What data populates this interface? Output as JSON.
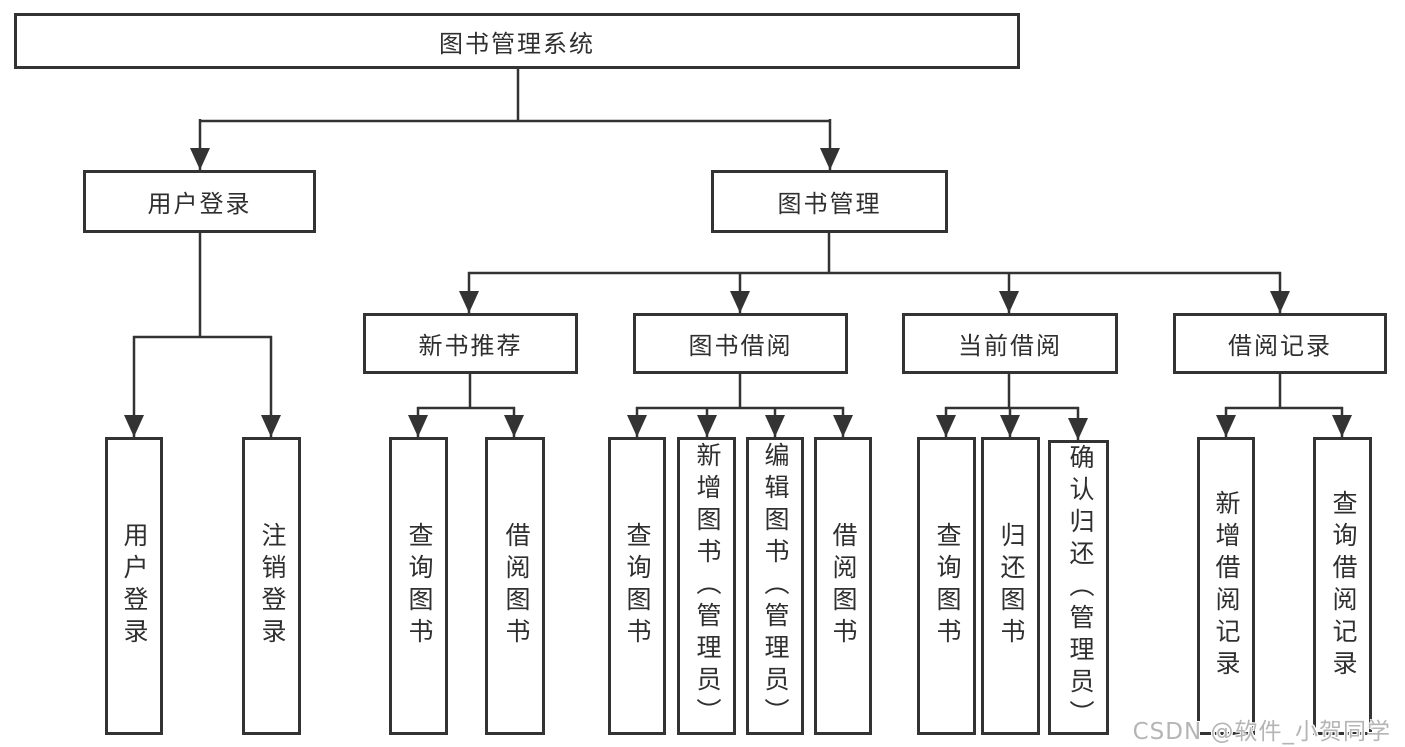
{
  "nodes": {
    "root": "图书管理系统",
    "user_login": "用户登录",
    "book_management": "图书管理",
    "new_book_recommend": "新书推荐",
    "book_borrowing": "图书借阅",
    "current_borrowing": "当前借阅",
    "borrow_records": "借阅记录",
    "leaf_user_login": "用户登录",
    "leaf_logout": "注销登录",
    "leaf_rec_query_books": "查询图书",
    "leaf_rec_borrow_books": "借阅图书",
    "leaf_bb_query_books": "查询图书",
    "leaf_bb_add_books": "新增图书（管理员）",
    "leaf_bb_edit_books": "编辑图书（管理员）",
    "leaf_bb_borrow_books": "借阅图书",
    "leaf_cb_query_books": "查询图书",
    "leaf_cb_return_books": "归还图书",
    "leaf_cb_confirm_return": "确认归还（管理员）",
    "leaf_br_add_record": "新增借阅记录",
    "leaf_br_query_record": "查询借阅记录"
  },
  "hierarchy": {
    "图书管理系统": [
      "用户登录",
      "图书管理"
    ],
    "用户登录": [
      "用户登录",
      "注销登录"
    ],
    "图书管理": [
      "新书推荐",
      "图书借阅",
      "当前借阅",
      "借阅记录"
    ],
    "新书推荐": [
      "查询图书",
      "借阅图书"
    ],
    "图书借阅": [
      "查询图书",
      "新增图书（管理员）",
      "编辑图书（管理员）",
      "借阅图书"
    ],
    "当前借阅": [
      "查询图书",
      "归还图书",
      "确认归还（管理员）"
    ],
    "借阅记录": [
      "新增借阅记录",
      "查询借阅记录"
    ]
  },
  "watermark": {
    "text": "CSDN @软件_小贺同学"
  },
  "colors": {
    "line": "#333333",
    "box_border": "#333333",
    "text": "#2f2f2f",
    "watermark": "#b5b5b5",
    "background": "#ffffff"
  }
}
